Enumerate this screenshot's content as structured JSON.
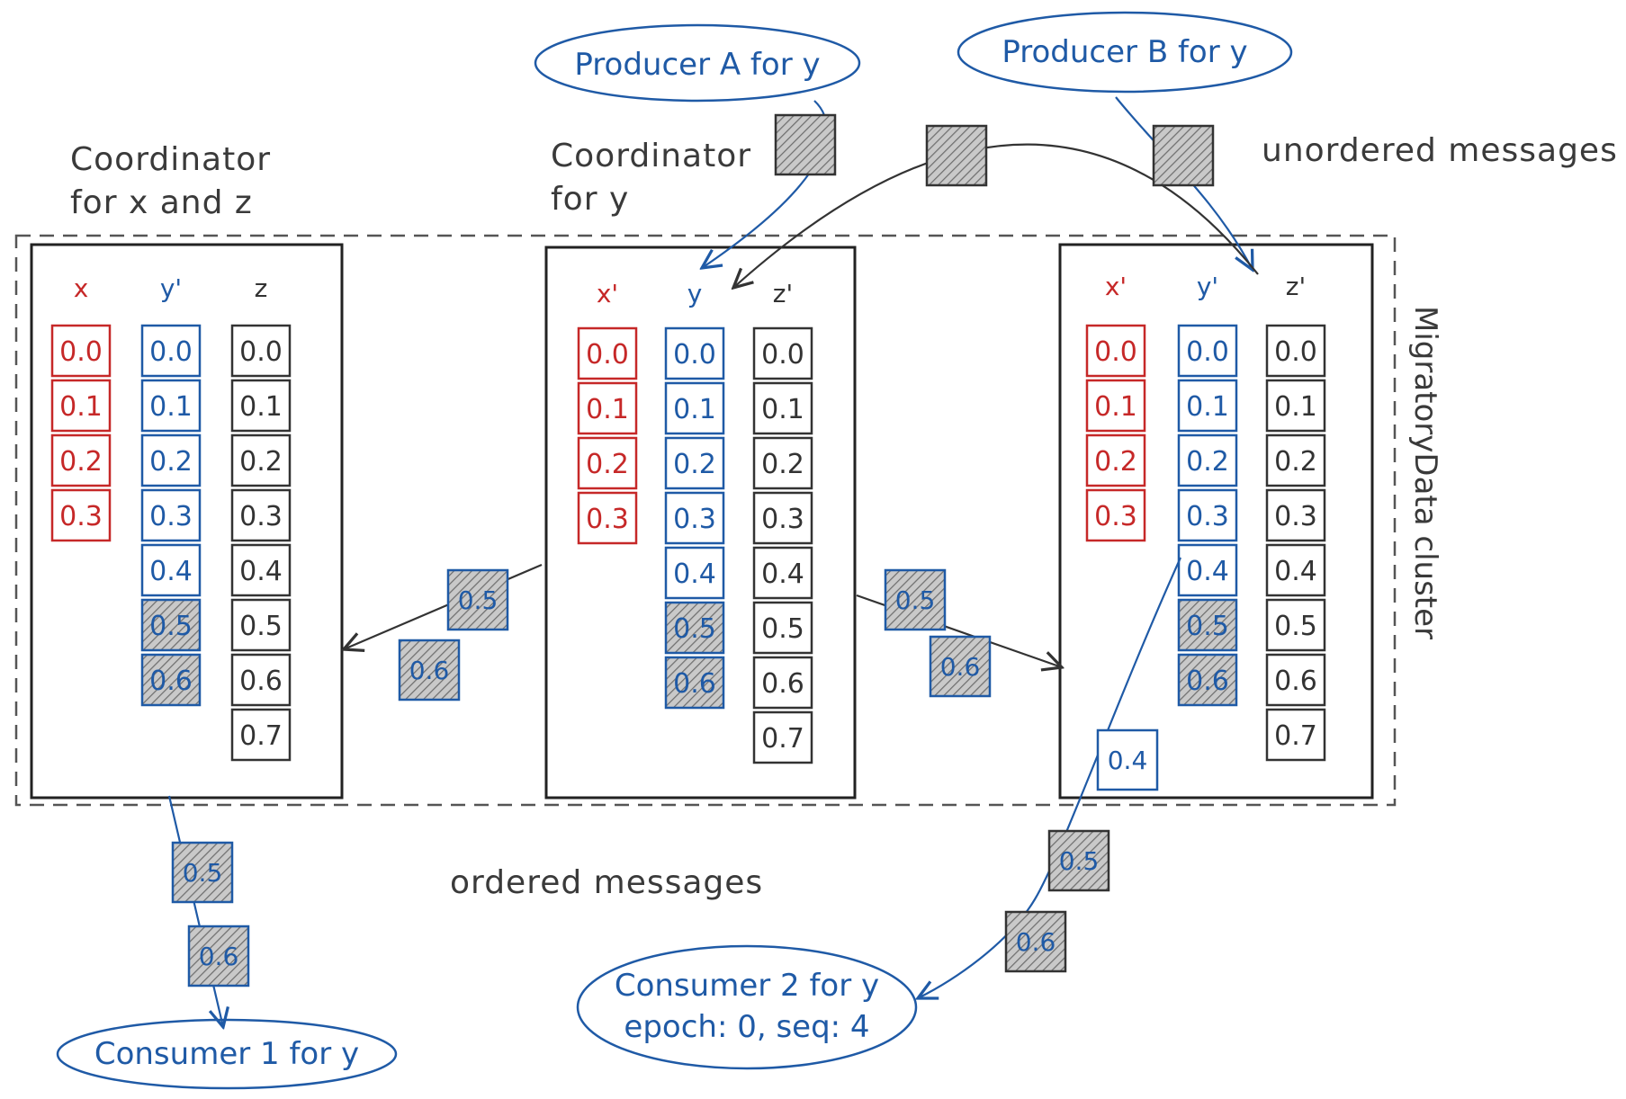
{
  "cluster_label": "MigratoryData cluster",
  "coordinator_xz": {
    "line1": "Coordinator",
    "line2": "for x and z"
  },
  "coordinator_y": {
    "line1": "Coordinator",
    "line2": "for y"
  },
  "unordered_label": "unordered messages",
  "ordered_label": "ordered messages",
  "producer_a": "Producer A for y",
  "producer_b": "Producer B for y",
  "consumer_1": "Consumer 1 for y",
  "consumer_2": {
    "line1": "Consumer 2 for y",
    "line2": "epoch: 0, seq: 4"
  },
  "colors": {
    "red": "#c62828",
    "blue": "#1f5aa6",
    "gray": "#333333",
    "hatch": "#8a8a8a"
  },
  "nodes": [
    {
      "columns": [
        {
          "header": "x",
          "color": "red",
          "cells": [
            "0.0",
            "0.1",
            "0.2",
            "0.3"
          ]
        },
        {
          "header": "y'",
          "color": "blue",
          "cells": [
            "0.0",
            "0.1",
            "0.2",
            "0.3",
            "0.4",
            "0.5",
            "0.6"
          ]
        },
        {
          "header": "z",
          "color": "gray",
          "cells": [
            "0.0",
            "0.1",
            "0.2",
            "0.3",
            "0.4",
            "0.5",
            "0.6",
            "0.7"
          ]
        }
      ]
    },
    {
      "columns": [
        {
          "header": "x'",
          "color": "red",
          "cells": [
            "0.0",
            "0.1",
            "0.2",
            "0.3"
          ]
        },
        {
          "header": "y",
          "color": "blue",
          "cells": [
            "0.0",
            "0.1",
            "0.2",
            "0.3",
            "0.4",
            "0.5",
            "0.6"
          ]
        },
        {
          "header": "z'",
          "color": "gray",
          "cells": [
            "0.0",
            "0.1",
            "0.2",
            "0.3",
            "0.4",
            "0.5",
            "0.6",
            "0.7"
          ]
        }
      ]
    },
    {
      "columns": [
        {
          "header": "x'",
          "color": "red",
          "cells": [
            "0.0",
            "0.1",
            "0.2",
            "0.3"
          ]
        },
        {
          "header": "y'",
          "color": "blue",
          "cells": [
            "0.0",
            "0.1",
            "0.2",
            "0.3",
            "0.4",
            "0.5",
            "0.6"
          ]
        },
        {
          "header": "z'",
          "color": "gray",
          "cells": [
            "0.0",
            "0.1",
            "0.2",
            "0.3",
            "0.4",
            "0.5",
            "0.6",
            "0.7"
          ]
        }
      ]
    }
  ],
  "hatched_cells": [
    "0.5",
    "0.6"
  ],
  "messages": [
    {
      "id": "msg-a",
      "label": ""
    },
    {
      "id": "msg-mid",
      "label": ""
    },
    {
      "id": "msg-b",
      "label": ""
    },
    {
      "id": "to-left-05",
      "label": "0.5"
    },
    {
      "id": "to-left-06",
      "label": "0.6"
    },
    {
      "id": "to-right-05",
      "label": "0.5"
    },
    {
      "id": "to-right-06",
      "label": "0.6"
    },
    {
      "id": "c1-05",
      "label": "0.5"
    },
    {
      "id": "c1-06",
      "label": "0.6"
    },
    {
      "id": "c2-04",
      "label": "0.4"
    },
    {
      "id": "c2-05",
      "label": "0.5"
    },
    {
      "id": "c2-06",
      "label": "0.6"
    }
  ]
}
